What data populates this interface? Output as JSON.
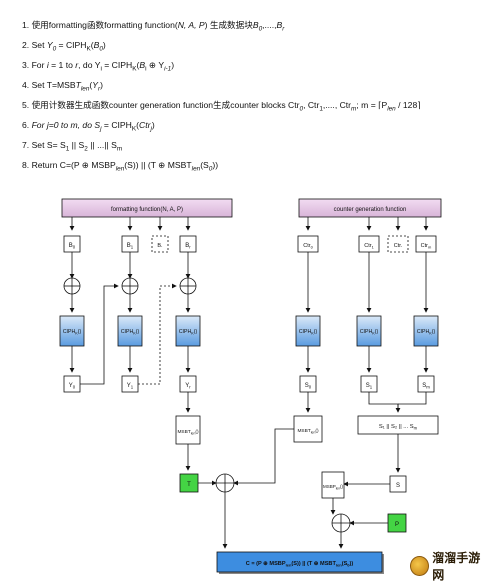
{
  "steps": [
    {
      "num": "1.",
      "parts": [
        [
          "t",
          "使用formatting函数formatting function("
        ],
        [
          "i",
          "N, A, P"
        ],
        [
          "t",
          ") 生成数据块"
        ],
        [
          "i",
          "B"
        ],
        [
          "si",
          "0"
        ],
        [
          "t",
          ",....,"
        ],
        [
          "i",
          "B"
        ],
        [
          "si",
          "r"
        ]
      ]
    },
    {
      "num": "2.",
      "parts": [
        [
          "t",
          "Set "
        ],
        [
          "i",
          "Y"
        ],
        [
          "si",
          "0"
        ],
        [
          "t",
          " = CIPH"
        ],
        [
          "s",
          "K"
        ],
        [
          "t",
          "("
        ],
        [
          "i",
          "B"
        ],
        [
          "si",
          "0"
        ],
        [
          "t",
          ")"
        ]
      ]
    },
    {
      "num": "3.",
      "parts": [
        [
          "t",
          "For "
        ],
        [
          "i",
          "i"
        ],
        [
          "t",
          " = 1 to "
        ],
        [
          "i",
          "r"
        ],
        [
          "t",
          ", do Y"
        ],
        [
          "s",
          "i"
        ],
        [
          "t",
          " = CIPH"
        ],
        [
          "s",
          "K"
        ],
        [
          "t",
          "("
        ],
        [
          "i",
          "B"
        ],
        [
          "s",
          "i"
        ],
        [
          "t",
          " ⊕ Y"
        ],
        [
          "si",
          "i-1"
        ],
        [
          "t",
          ")"
        ]
      ]
    },
    {
      "num": "4.",
      "parts": [
        [
          "t",
          "Set T=MSB"
        ],
        [
          "i",
          "T"
        ],
        [
          "si",
          "len"
        ],
        [
          "t",
          "("
        ],
        [
          "i",
          "Y"
        ],
        [
          "si",
          "r"
        ],
        [
          "t",
          ")"
        ]
      ]
    },
    {
      "num": "5.",
      "parts": [
        [
          "t",
          "使用计数器生成函数counter generation function生成counter blocks Ctr"
        ],
        [
          "si",
          "0"
        ],
        [
          "t",
          ", Ctr"
        ],
        [
          "s",
          "1"
        ],
        [
          "t",
          ",...., Ctr"
        ],
        [
          "si",
          "m"
        ],
        [
          "t",
          "; m = ⌈P"
        ],
        [
          "si",
          "len"
        ],
        [
          "t",
          " / 128⌉"
        ]
      ]
    },
    {
      "num": "6.",
      "parts": [
        [
          "i",
          "For j=0 to m, do S"
        ],
        [
          "si",
          "j"
        ],
        [
          "t",
          " = CIPH"
        ],
        [
          "s",
          "K"
        ],
        [
          "t",
          "("
        ],
        [
          "i",
          "Ctr"
        ],
        [
          "si",
          "j"
        ],
        [
          "t",
          ")"
        ]
      ]
    },
    {
      "num": "7.",
      "parts": [
        [
          "t",
          "Set S= S"
        ],
        [
          "s",
          "1"
        ],
        [
          "t",
          " || S"
        ],
        [
          "s",
          "2"
        ],
        [
          "t",
          " || ...|| S"
        ],
        [
          "s",
          "m"
        ]
      ]
    },
    {
      "num": "8.",
      "parts": [
        [
          "t",
          "Return C=(P ⊕ MSBP"
        ],
        [
          "si",
          "len"
        ],
        [
          "t",
          "(S)) || (T ⊕ MSBT"
        ],
        [
          "si",
          "len"
        ],
        [
          "t",
          "(S"
        ],
        [
          "si",
          "0"
        ],
        [
          "t",
          "))"
        ]
      ]
    }
  ],
  "diagram": {
    "formatting_label": "formatting function(N, A, P)",
    "counter_label": "counter generation function",
    "b0": "B",
    "b0_sub": "0",
    "b1": "B",
    "b1_sub": "1",
    "bdots": "B.",
    "br": "B",
    "br_sub": "r",
    "ctr0": "Ctr",
    "ctr0_sub": "0",
    "ctr1": "Ctr",
    "ctr1_sub": "1",
    "ctrdots": "Ctr.",
    "ctrm": "Ctr",
    "ctrm_sub": "m",
    "ciph": "CIPH",
    "ciph_sub": "K",
    "ciph_tail": "()",
    "y0": "Y",
    "y0_sub": "0",
    "y1": "Y",
    "y1_sub": "1",
    "yr": "Y",
    "yr_sub": "r",
    "s0": "S",
    "s0_sub": "0",
    "s1": "S",
    "s1_sub": "1",
    "sm": "S",
    "sm_sub": "m",
    "msbt": "MSBT",
    "msbt_sub": "len",
    "msbt_tail": "()",
    "msbt2": "MSBT",
    "msbt2_sub": "len",
    "msbt2_tail": "()",
    "t": "T",
    "concat": "S₁ || S₂ || ... S",
    "concat_sub": "m",
    "s": "S",
    "msbp": "MSBP",
    "msbp_sub": "len",
    "msbp_tail": "()",
    "p": "P",
    "result": "C = (P ⊕ MSBP",
    "result_sub1": "len",
    "result_mid": "(S)) || (T ⊕ MSBT",
    "result_sub2": "len",
    "result_tail": "(S",
    "result_sub3": "0",
    "result_end": "))"
  },
  "watermark": {
    "text": "溜溜手游网"
  },
  "colors": {
    "header_fill": "#e6c8e6",
    "ciph_fill_top": "#dbe9f8",
    "ciph_fill_bottom": "#5a9be0",
    "green": "#44d444",
    "result_fill": "#3d8de0"
  }
}
